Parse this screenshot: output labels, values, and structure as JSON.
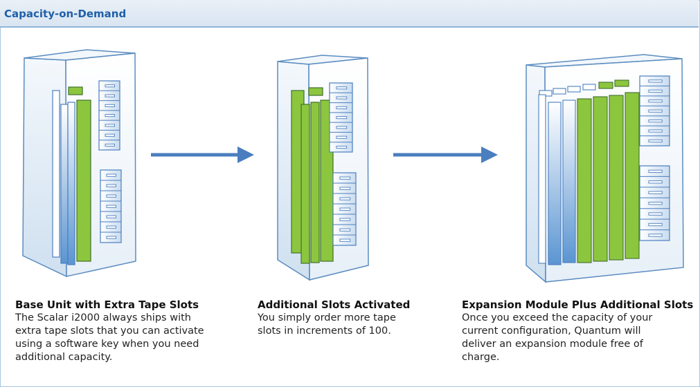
{
  "header": {
    "title": "Capacity-on-Demand"
  },
  "colors": {
    "accent": "#1f5fa8",
    "arrow": "#4a7ebf",
    "active_slot": "#8cc63f",
    "frame_line": "#5b8cc0"
  },
  "steps": [
    {
      "title": "Base Unit with Extra Tape Slots",
      "lines": [
        "The Scalar i2000 always ships with",
        "extra tape slots that you can activate",
        "using a software key when you need",
        "additional capacity."
      ]
    },
    {
      "title": "Additional Slots Activated",
      "lines": [
        "You simply order more tape",
        "slots in increments of 100."
      ]
    },
    {
      "title": "Expansion Module Plus Additional Slots",
      "lines": [
        "Once you exceed the capacity of your",
        "current configuration, Quantum will",
        "deliver an expansion module free of",
        "charge."
      ]
    }
  ]
}
